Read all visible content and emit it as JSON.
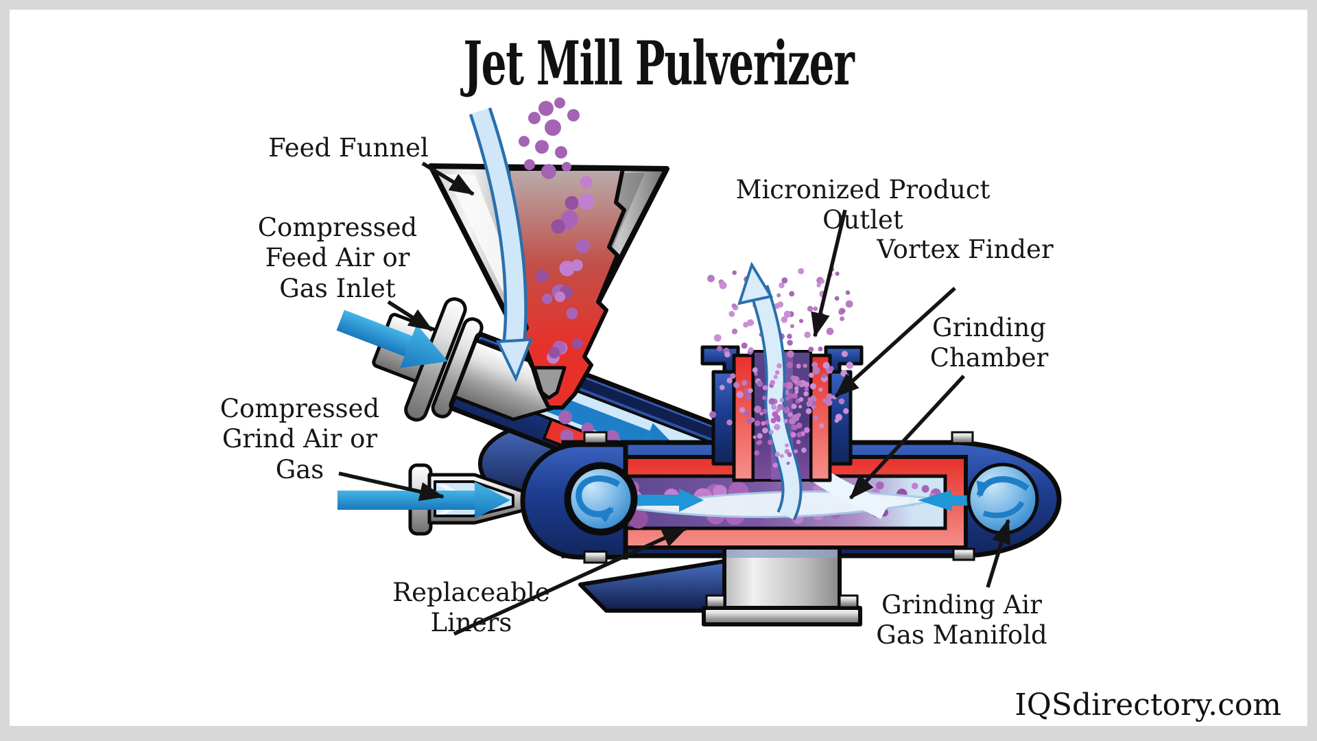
{
  "title": "Jet Mill Pulverizer",
  "watermark": "IQSdirectory.com",
  "diagram_type": "cutaway-illustration",
  "labels": {
    "feed_funnel": "Feed Funnel",
    "compressed_feed_air": "Compressed\nFeed Air or\nGas Inlet",
    "compressed_grind_air": "Compressed\nGrind Air or\nGas",
    "micronized_product_outlet": "Micronized Product Outlet",
    "vortex_finder": "Vortex Finder",
    "grinding_chamber": "Grinding\nChamber",
    "replaceable_liners": "Replaceable\nLiners",
    "grinding_air_gas_manifold": "Grinding Air\nGas Manifold"
  },
  "colors": {
    "frame_gray": "#d8d8d8",
    "background": "#ffffff",
    "machine_blue": "#1c3c8e",
    "machine_navy_dark": "#12265e",
    "liner_salmon": "#ef6a6a",
    "liner_red": "#e8302a",
    "flow_light_blue": "#cfe7f8",
    "arrow_blue": "#2196d6",
    "swirl_white": "#ecf5fc",
    "particle_purple": "#a563b4",
    "particle_fine": "#b97cc4",
    "metal_light": "#e9e9e9",
    "metal_dark": "#8a8a8a",
    "outline_black": "#0b0b0b",
    "label_text": "#161616"
  }
}
